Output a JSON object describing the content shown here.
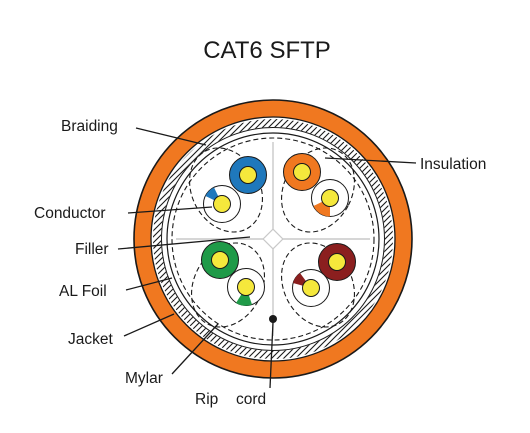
{
  "title": "CAT6 SFTP",
  "labels": {
    "braiding": "Braiding",
    "conductor": "Conductor",
    "filler": "Filler",
    "al_foil": "AL Foil",
    "jacket": "Jacket",
    "mylar": "Mylar",
    "rip": "Rip",
    "cord": "cord",
    "insulation": "Insulation"
  },
  "colors": {
    "jacket": "#f07820",
    "blue": "#1f78bc",
    "orange": "#f07820",
    "green": "#1f9a48",
    "brown": "#8b1f1f",
    "conductor": "#f5e83c",
    "line": "#1a1a1a"
  }
}
